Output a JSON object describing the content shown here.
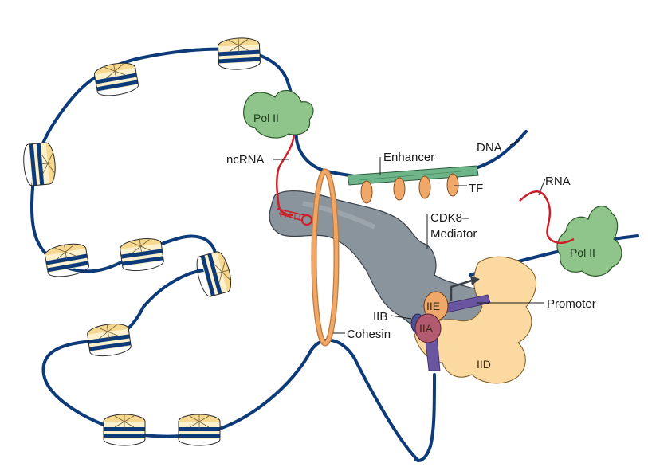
{
  "labels": {
    "pol_ii_top": "Pol II",
    "pol_ii_right": "Pol II",
    "ncrna": "ncRNA",
    "enhancer": "Enhancer",
    "dna": "DNA",
    "tf": "TF",
    "rna": "RNA",
    "cdk8_line1": "CDK8–",
    "cdk8_line2": "Mediator",
    "promoter": "Promoter",
    "iie": "IIE",
    "iib": "IIB",
    "iia": "IIA",
    "cohesin": "Cohesin",
    "iid": "IID"
  },
  "colors": {
    "dna": "#0d3a78",
    "nucleosome": "#f7d890",
    "mediator": "#8a949c",
    "pol_ii": "#8fc48a",
    "enhancer": "#6fb58a",
    "tf": "#f0a868",
    "cohesin": "#f0a868",
    "iid": "#fbd9a0",
    "rna": "#cc1f2a",
    "promoter_bar": "#6a55a0",
    "iia": "#b25a70"
  }
}
